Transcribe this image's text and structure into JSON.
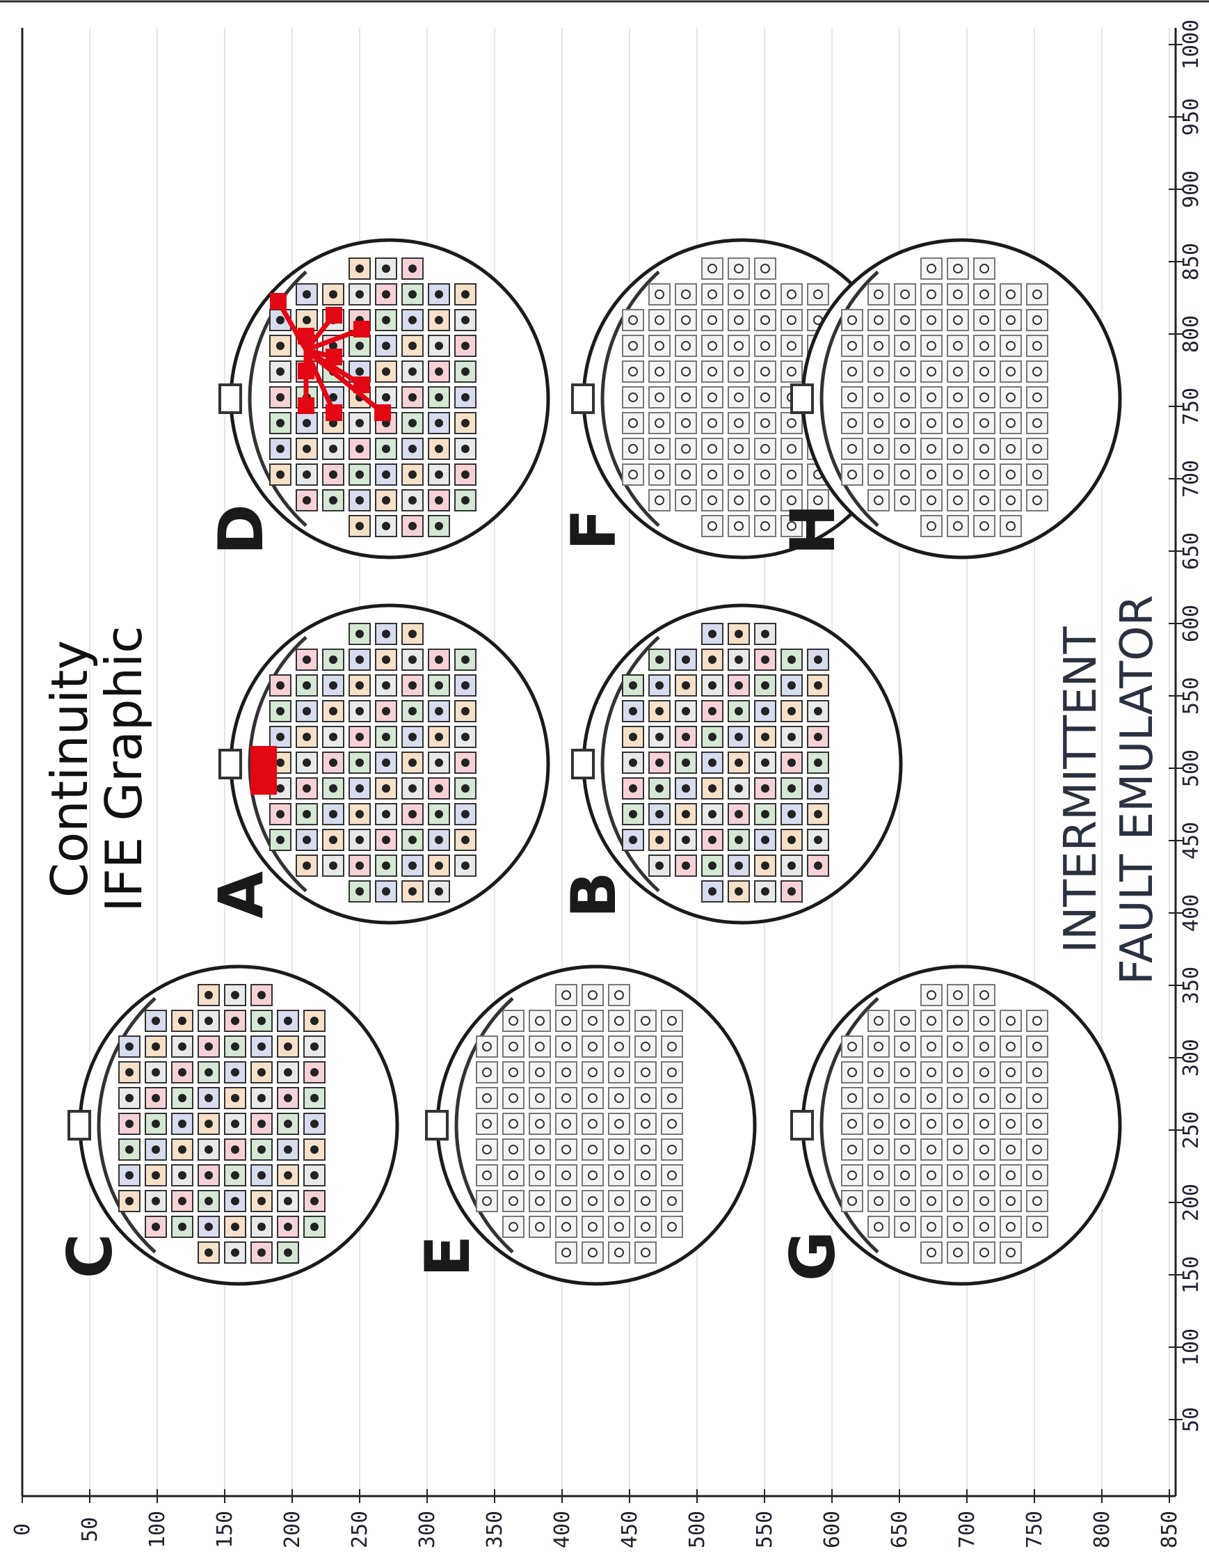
{
  "title": {
    "line1": "Continuity",
    "line2": "IFE Graphic"
  },
  "emulator": {
    "line1": "INTERMITTENT",
    "line2": "FAULT EMULATOR"
  },
  "connector_labels": [
    "C",
    "E",
    "G",
    "A",
    "B",
    "D",
    "F",
    "H"
  ],
  "axis_left_ticks": [
    "0",
    "50",
    "100",
    "150",
    "200",
    "250",
    "300",
    "350",
    "400",
    "450",
    "500",
    "550",
    "600",
    "650",
    "700",
    "750",
    "800",
    "850"
  ],
  "axis_top_ticks": [
    "50",
    "100",
    "150",
    "200",
    "250",
    "300",
    "350",
    "400",
    "450",
    "500",
    "550",
    "600",
    "650",
    "700",
    "750",
    "800",
    "850",
    "900",
    "950",
    "1000"
  ],
  "colors": {
    "fault": "#e30613",
    "outline": "#1b1b1b",
    "grid": "#e6e6e6",
    "pin_fills": [
      "#f6d2d6",
      "#d4e8d4",
      "#d7dcef",
      "#f7e0c8",
      "#e9e9e9"
    ]
  }
}
